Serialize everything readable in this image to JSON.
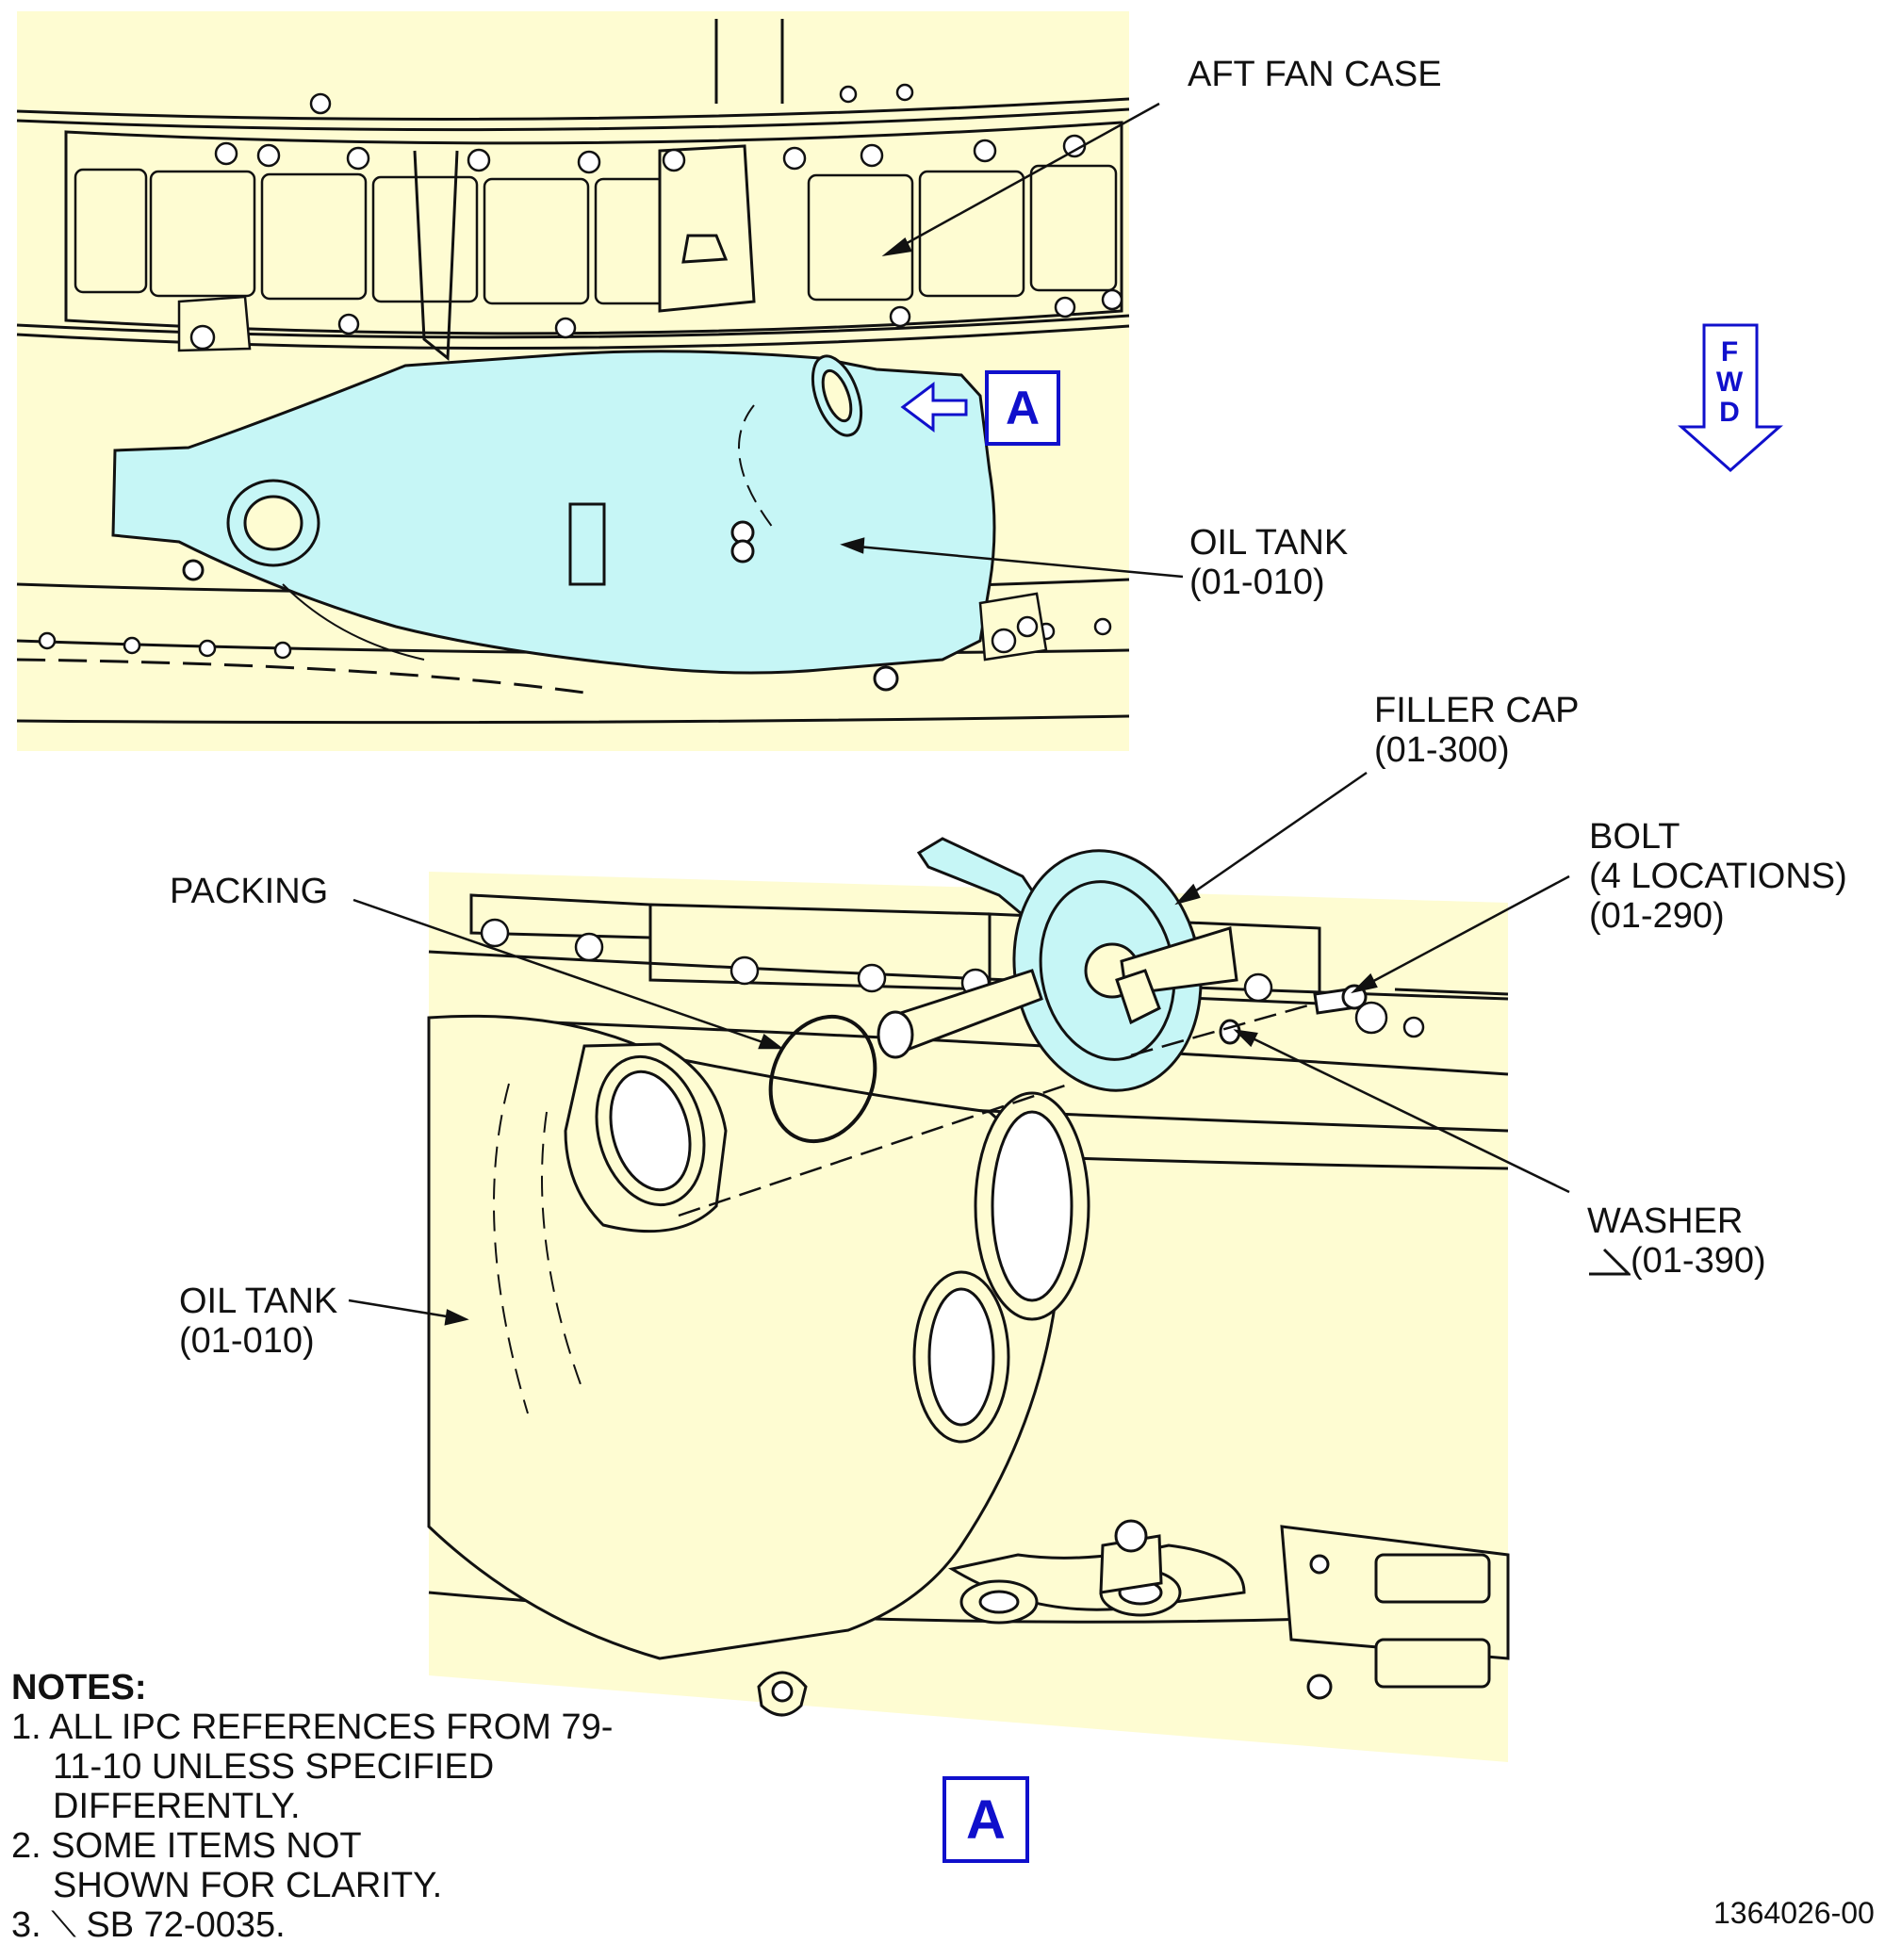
{
  "labels": {
    "aft_fan_case": "AFT FAN CASE",
    "oil_tank_top_1": "OIL TANK",
    "oil_tank_top_2": "(01-010)",
    "filler_cap_1": "FILLER CAP",
    "filler_cap_2": "(01-300)",
    "bolt_1": "BOLT",
    "bolt_2": "(4 LOCATIONS)",
    "bolt_3": "(01-290)",
    "packing": "PACKING",
    "washer_1": "WASHER",
    "washer_2": "(01-390)",
    "oil_tank_bottom_1": "OIL TANK",
    "oil_tank_bottom_2": "(01-010)"
  },
  "callout": {
    "detail_letter": "A"
  },
  "fwd": {
    "letters": [
      "F",
      "W",
      "D"
    ]
  },
  "notes": {
    "heading": "NOTES:",
    "items": [
      "1. ALL IPC REFERENCES FROM 79-11-10 UNLESS SPECIFIED DIFFERENTLY.",
      "2. SOME ITEMS NOT SHOWN FOR CLARITY.",
      "3. ⟍ SB 72-0035."
    ]
  },
  "figure_number": "1364026-00",
  "colors": {
    "background_panel": "#fefcd2",
    "tank_highlight": "#c6f6f6",
    "callout_blue": "#1010cc",
    "line": "#111111"
  }
}
